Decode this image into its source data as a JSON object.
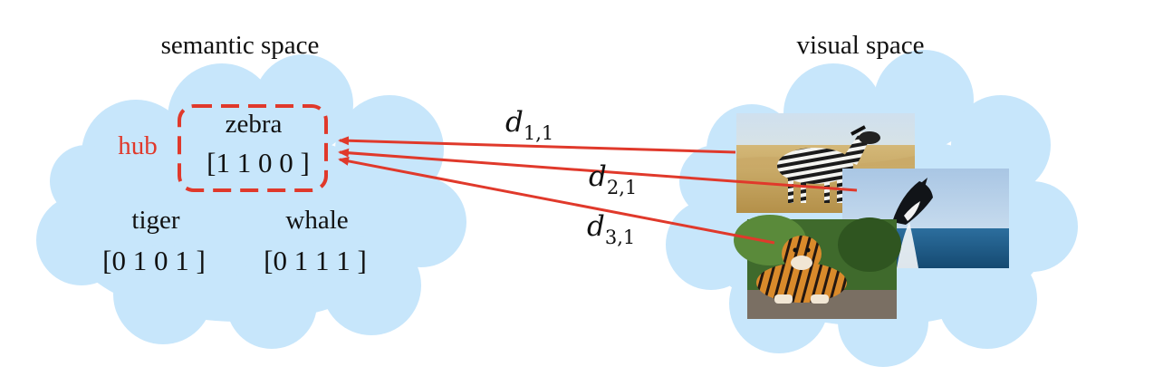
{
  "semantic_space": {
    "title": "semantic space",
    "hub_label": "hub",
    "concepts": [
      {
        "name": "zebra",
        "vector": "[1 1 0 0 ]"
      },
      {
        "name": "tiger",
        "vector": "[0 1 0 1 ]"
      },
      {
        "name": "whale",
        "vector": "[0 1 1 1 ]"
      }
    ]
  },
  "visual_space": {
    "title": "visual space",
    "images": [
      {
        "subject": "zebra"
      },
      {
        "subject": "orca whale"
      },
      {
        "subject": "tiger"
      }
    ]
  },
  "distances": [
    {
      "base": "d",
      "sub": "1,1"
    },
    {
      "base": "d",
      "sub": "2,1"
    },
    {
      "base": "d",
      "sub": "3,1"
    }
  ],
  "colors": {
    "cloud": "#c7e6fb",
    "accent": "#e0392b",
    "text": "#111111"
  }
}
